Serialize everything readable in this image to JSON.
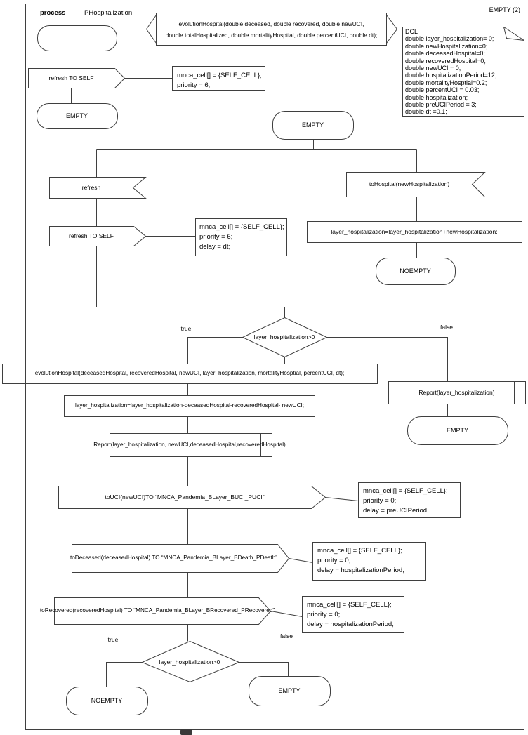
{
  "colors": {
    "stroke": "#3f3f3f",
    "text": "#000000",
    "background": "#ffffff"
  },
  "header": {
    "process_label": "process",
    "process_name": "PHospitalization",
    "initial_state_label": "EMPTY (2)"
  },
  "declarations": {
    "procedure_signature": "evolutionHospital(double deceased, double recovered, double newUCI,\ndouble totalHospitalized, double mortalityHosptial, double percentUCI, double dt);",
    "dcl_text": "DCL\ndouble layer_hospitalization= 0;\ndouble newHospitalization=0;\ndouble deceasedHospital=0;\ndouble recoveredHospital=0;\ndouble newUCI = 0;\ndouble hospitalizationPeriod=12;\ndouble mortalityHosptial=0.2;\ndouble percentUCI = 0.03;\ndouble hospitalization;\ndouble preUCIPeriod = 3;\ndouble dt =0.1;"
  },
  "left_flow": {
    "send_refresh": "refresh TO SELF",
    "send_refresh_comment": "mnca_cell[] = {SELF_CELL};\npriority = 6;",
    "state_empty": "EMPTY"
  },
  "main_flow": {
    "state_empty": "EMPTY",
    "receive_refresh": "refresh",
    "send_refresh_self": "refresh TO SELF",
    "send_refresh_self_comment": "mnca_cell[] = {SELF_CELL};\npriority = 6;\ndelay = dt;",
    "receive_to_hospital": "toHospital(newHospitalization)",
    "task_add": "layer_hospitalization=layer_hospitalization+newHospitalization;",
    "state_noempty": "NOEMPTY",
    "decision_1": {
      "condition": "layer_hospitalization>0",
      "true_label": "true",
      "false_label": "false"
    },
    "call_evolution": "evolutionHospital(deceasedHospital, recoveredHospital, newUCI, layer_hospitalization, mortalityHosptial, percentUCI, dt);",
    "task_subtract": "layer_hospitalization=layer_hospitalization-deceasedHospital-recoveredHospital- newUCI;",
    "call_report": "Report(layer_hospitalization, newUCI,deceasedHospital,recoveredHospital)",
    "send_to_uci": "toUCI(newUCI)TO “MNCA_Pandemia_BLayer_BUCI_PUCI”",
    "send_to_uci_comment": "mnca_cell[] = {SELF_CELL};\npriority = 0;\ndelay = preUCIPeriod;",
    "send_to_deceased": "toDeceased(deceasedHospital) TO “MNCA_Pandemia_BLayer_BDeath_PDeath”",
    "send_to_deceased_comment": "mnca_cell[] = {SELF_CELL};\npriority = 0;\ndelay = hospitalizationPeriod;",
    "send_to_recovered": "toRecovered(recoveredHospital) TO “MNCA_Pandemia_BLayer_BRecovered_PRecovered”",
    "send_to_recovered_comment": "mnca_cell[] = {SELF_CELL};\npriority = 0;\ndelay = hospitalizationPeriod;",
    "decision_2": {
      "condition": "layer_hospitalization>0",
      "true_label": "true",
      "false_label": "false"
    },
    "state_noempty_end": "NOEMPTY",
    "state_empty_end": "EMPTY"
  },
  "false_branch": {
    "call_report": "Report(layer_hospitalization)",
    "state_empty": "EMPTY"
  }
}
